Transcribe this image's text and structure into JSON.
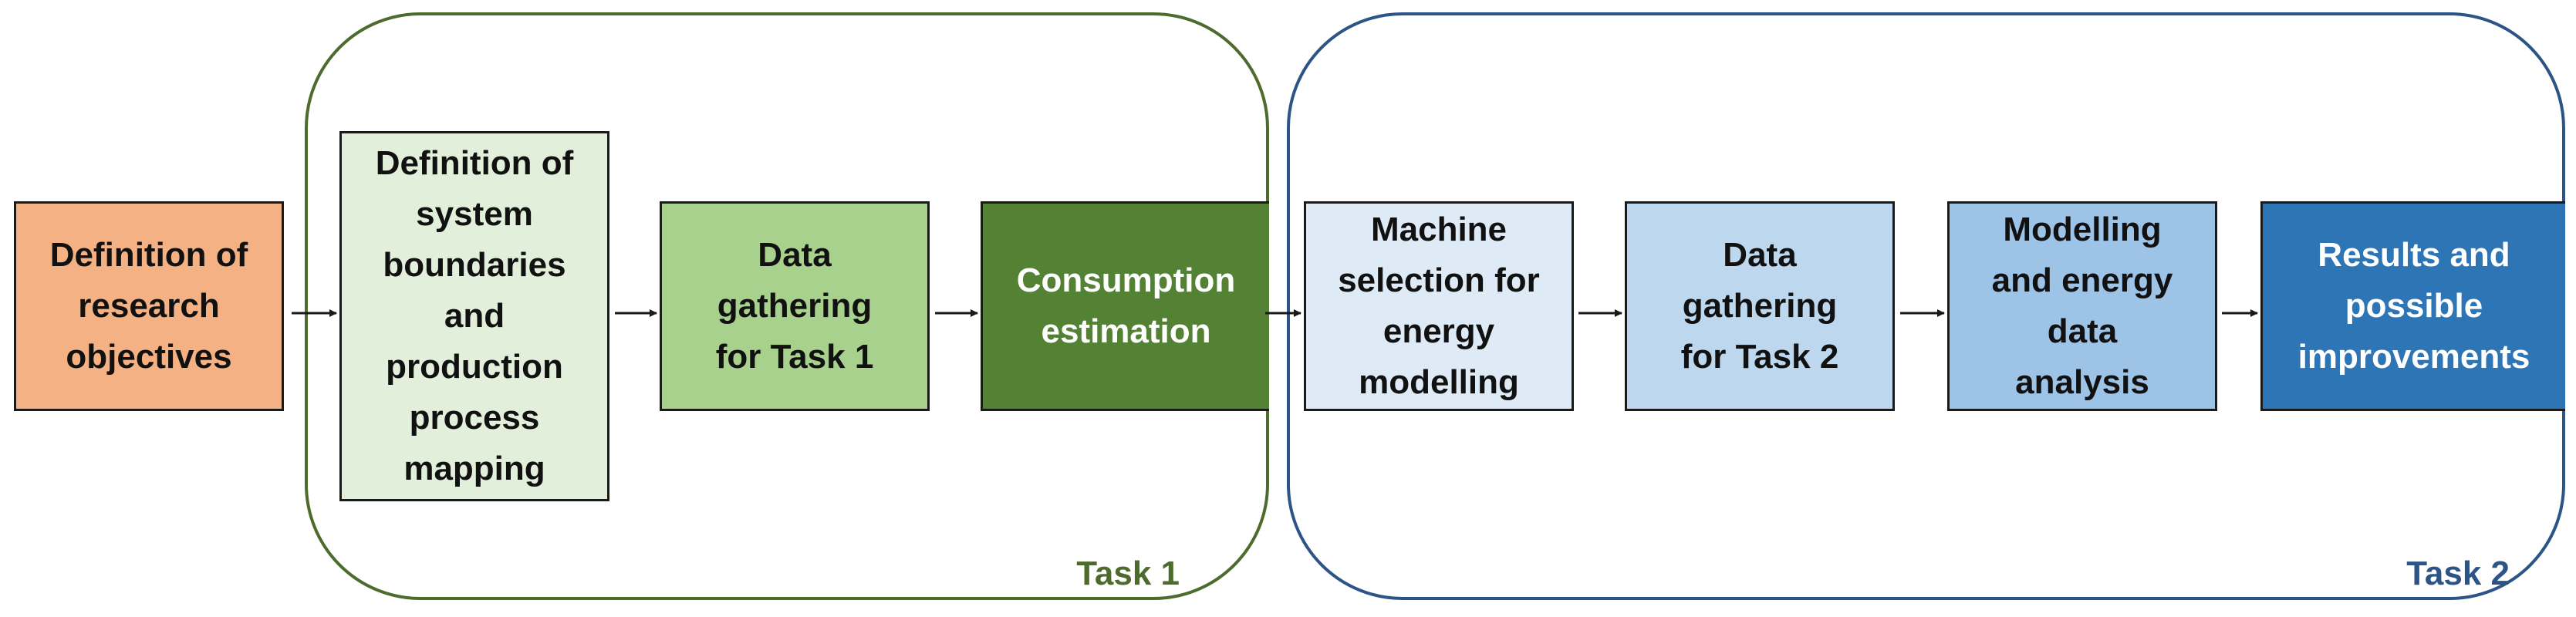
{
  "groups": {
    "task1": {
      "label": "Task 1",
      "color": "#4e6b2e"
    },
    "task2": {
      "label": "Task 2",
      "color": "#2d5487"
    }
  },
  "steps": [
    {
      "label": "Definition of\nresearch\nobjectives",
      "fill": "#f4b183"
    },
    {
      "label": "Definition of\nsystem\nboundaries\nand\nproduction\nprocess\nmapping",
      "fill": "#e2efda"
    },
    {
      "label": "Data\ngathering\nfor Task 1",
      "fill": "#a9d18e"
    },
    {
      "label": "Consumption\nestimation",
      "fill": "#548235"
    },
    {
      "label": "Machine\nselection for\nenergy\nmodelling",
      "fill": "#deebf7"
    },
    {
      "label": "Data\ngathering\nfor Task 2",
      "fill": "#bdd7ee"
    },
    {
      "label": "Modelling\nand energy\ndata\nanalysis",
      "fill": "#9dc3e6"
    },
    {
      "label": "Results and\npossible\nimprovements",
      "fill": "#2e75b6"
    }
  ]
}
